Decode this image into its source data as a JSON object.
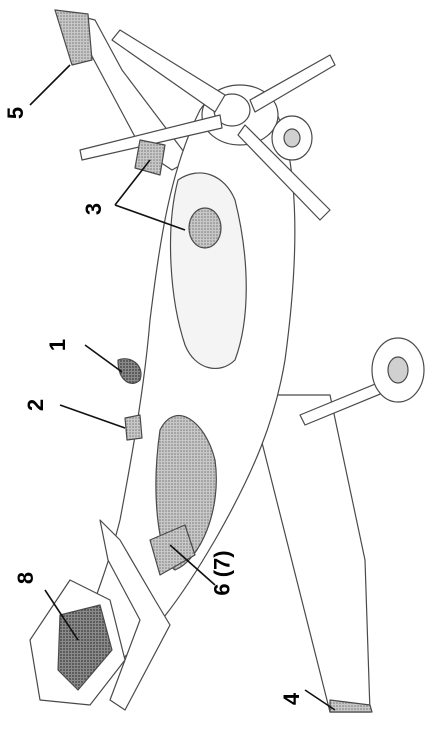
{
  "diagram": {
    "subject": "model airplane, perspective view with numbered parts",
    "colors": {
      "outline": "#4a4a4a",
      "fill": "#ffffff",
      "shade": "#9a9a9a",
      "dark": "#2a2a2a"
    },
    "callouts": [
      {
        "id": "1",
        "label": "1"
      },
      {
        "id": "2",
        "label": "2"
      },
      {
        "id": "3",
        "label": "3"
      },
      {
        "id": "4",
        "label": "4"
      },
      {
        "id": "5",
        "label": "5"
      },
      {
        "id": "6",
        "label": "6 (7)"
      },
      {
        "id": "8",
        "label": "8"
      }
    ]
  }
}
